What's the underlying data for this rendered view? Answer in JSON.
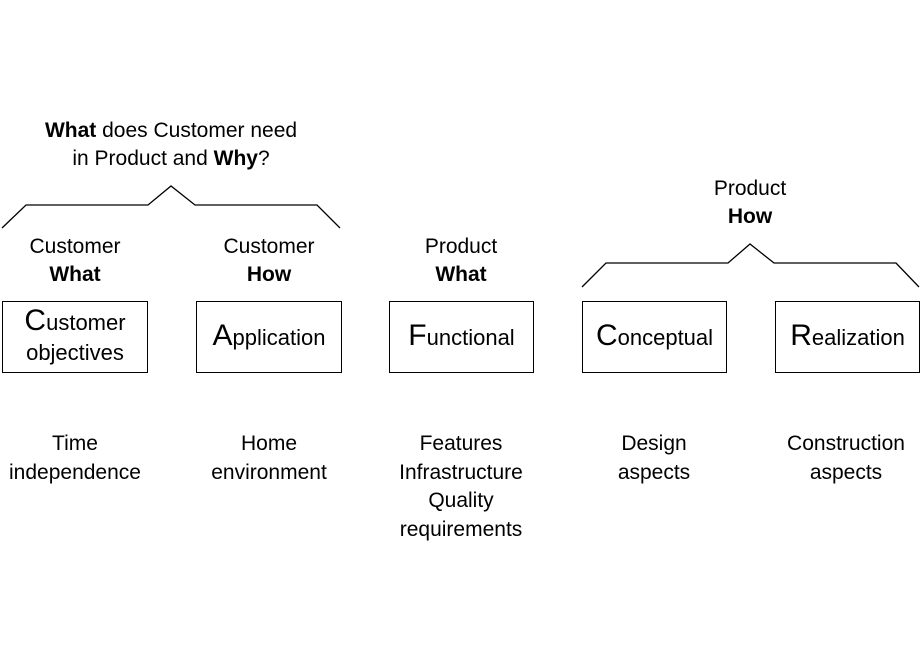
{
  "question": {
    "what": "What",
    "line1_rest": " does Customer need",
    "line2_pre": "in Product and ",
    "why": "Why",
    "qmark": "?"
  },
  "group_product_how": {
    "line1": "Product",
    "line2": "How"
  },
  "columns": [
    {
      "head_line1": "Customer",
      "head_line2": "What",
      "box_initial": "C",
      "box_rest": "ustomer",
      "box_line2": "objectives",
      "desc": [
        "Time",
        "independence"
      ]
    },
    {
      "head_line1": "Customer",
      "head_line2": "How",
      "box_initial": "A",
      "box_rest": "pplication",
      "box_line2": "",
      "desc": [
        "Home",
        "environment"
      ]
    },
    {
      "head_line1": "Product",
      "head_line2": "What",
      "box_initial": "F",
      "box_rest": "unctional",
      "box_line2": "",
      "desc": [
        "Features",
        "Infrastructure",
        "Quality",
        "requirements"
      ]
    },
    {
      "head_line1": "",
      "head_line2": "",
      "box_initial": "C",
      "box_rest": "onceptual",
      "box_line2": "",
      "desc": [
        "Design",
        "aspects"
      ]
    },
    {
      "head_line1": "",
      "head_line2": "",
      "box_initial": "R",
      "box_rest": "ealization",
      "box_line2": "",
      "desc": [
        "Construction",
        "aspects"
      ]
    }
  ]
}
